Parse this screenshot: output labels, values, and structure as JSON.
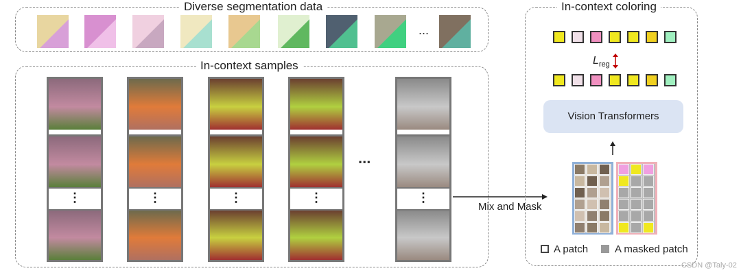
{
  "diverse_box": {
    "title": "Diverse segmentation data",
    "ellipsis": "..."
  },
  "samples_box": {
    "title": "In-context samples",
    "ellipsis": "..."
  },
  "coloring_box": {
    "title": "In-context coloring"
  },
  "loss_label": {
    "main": "L",
    "sub": "reg"
  },
  "vit_label": "Vision Transformers",
  "mix_label": "Mix and Mask",
  "legend": {
    "patch": "A patch",
    "masked": "A masked patch"
  },
  "watermark": "CSDN @Taly-02",
  "thumb_colors": [
    [
      "#e8d6a0",
      "#d8a0d8"
    ],
    [
      "#d890d0",
      "#f0c0e8"
    ],
    [
      "#f0d0e0",
      "#c8a8c0"
    ],
    [
      "#f0e8c0",
      "#a8e0d0"
    ],
    [
      "#e8c890",
      "#a8d890"
    ],
    [
      "#e0f0d0",
      "#60b860"
    ],
    [
      "#506070",
      "#50c090"
    ],
    [
      "#a8a890",
      "#40d080"
    ],
    [
      "#807060",
      "#60b0a0"
    ]
  ],
  "strip_colors": [
    [
      "#8c6a7c",
      "#c28aa0",
      "#5a7f3a"
    ],
    [
      "#6e6a4c",
      "#e07b3a",
      "#b07060"
    ],
    [
      "#6b4030",
      "#c8d040",
      "#a03030"
    ],
    [
      "#6b4030",
      "#b0d040",
      "#a03030"
    ],
    [
      "#8a8a8a",
      "#c8c8c8",
      "#9a8a80"
    ]
  ],
  "cell_top_colors": [
    "#f0e820",
    "#f0e0e8",
    "#f090c0",
    "#f0e820",
    "#f0e820",
    "#f0d020",
    "#a0f0c0"
  ],
  "cell_bottom_colors": [
    "#f0e820",
    "#f0e0e8",
    "#f090c0",
    "#f0e820",
    "#f0e820",
    "#f0d020",
    "#a0f0c0"
  ]
}
